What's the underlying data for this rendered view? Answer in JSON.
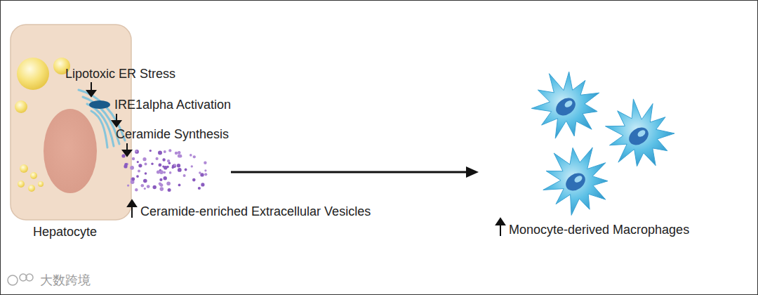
{
  "diagram": {
    "nodes": [
      {
        "text": [
          "Hepatocyte"
        ]
      },
      {
        "text": [
          "Ceramide-enriched Extracellular Vesicles"
        ]
      },
      {
        "text": [
          "Monocyte-derived Macrophages"
        ]
      }
    ],
    "edges": [
      {
        "from": 1,
        "to": 2,
        "arrow": "to"
      }
    ],
    "labels": [
      "Lipotoxic ER Stress",
      "IRE1alpha Activation",
      "Ceramide Synthesis",
      "大数跨境"
    ]
  }
}
